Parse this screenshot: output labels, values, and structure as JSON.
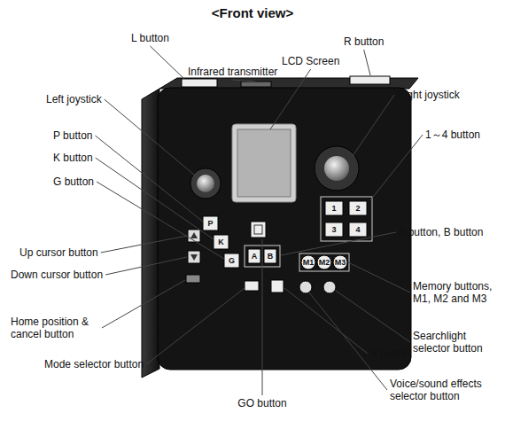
{
  "diagram": {
    "title": "<Front view>",
    "labels": [
      "L button",
      "Infrared transmitter",
      "R button",
      "LCD Screen",
      "Left joystick",
      "Right joystick",
      "1～4 button",
      "P button",
      "K button",
      "G button",
      "A button, B button",
      "Up cursor button",
      "Down cursor button",
      "Memory buttons, M1, M2 and M3",
      "Home position & cancel button",
      "Searchlight selector button",
      "X button",
      "Voice/sound effects selector button",
      "Mode selector button",
      "GO button",
      "P",
      "K",
      "G",
      "1",
      "2",
      "3",
      "4",
      "A",
      "B",
      "M1",
      "M2",
      "M3"
    ]
  }
}
